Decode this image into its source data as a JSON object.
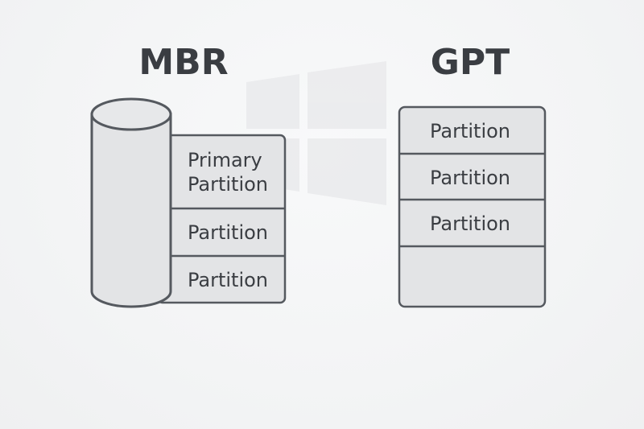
{
  "mbr": {
    "title": "MBR",
    "partitions": [
      "Primary Partition",
      "Partition",
      "Partition"
    ],
    "primary_lines": [
      "Primary",
      "Partition"
    ]
  },
  "gpt": {
    "title": "GPT",
    "partitions": [
      "Partition",
      "Partition",
      "Partition",
      ""
    ]
  },
  "colors": {
    "stroke": "#55595f",
    "fill": "#e3e4e6",
    "text": "#3a3d42",
    "background": "#f5f6f7",
    "watermark": "#e4e5e7"
  },
  "icons": {
    "watermark": "windows-logo-icon",
    "disk": "disk-cylinder-icon"
  }
}
